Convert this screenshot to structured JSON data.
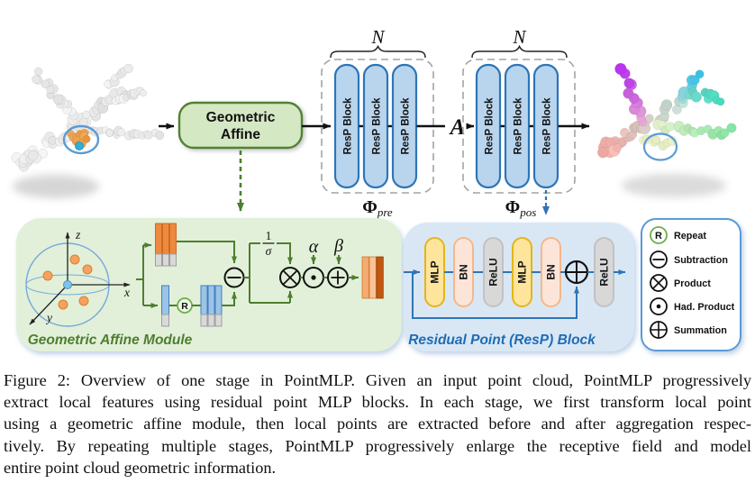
{
  "figure": {
    "n_label": "N",
    "aggregation_symbol": "A",
    "resp_block_label": "ResP Block",
    "geometric_affine": {
      "line1": "Geometric",
      "line2": "Affine"
    },
    "phi_pre": {
      "base": "Φ",
      "sub": "pre"
    },
    "phi_pos": {
      "base": "Φ",
      "sub": "pos"
    },
    "green_module": {
      "title": "Geometric Affine Module",
      "axis_x": "x",
      "axis_y": "y",
      "axis_z": "z",
      "frac_num": "1",
      "frac_den": "σ",
      "alpha": "α",
      "beta": "β",
      "repeat_symbol": "R"
    },
    "blue_module": {
      "title": "Residual Point (ResP) Block",
      "mlp": "MLP",
      "bn": "BN",
      "relu": "ReLU"
    },
    "legend": {
      "items": [
        {
          "symbol": "R",
          "label": "Repeat"
        },
        {
          "symbol": "⊖",
          "label": "Subtraction"
        },
        {
          "symbol": "⊗",
          "label": "Product"
        },
        {
          "symbol": "⊙",
          "label": "Had. Product"
        },
        {
          "symbol": "⊕",
          "label": "Summation"
        }
      ]
    },
    "colors": {
      "affine_box_fill": "#d5e8c4",
      "affine_border": "#538135",
      "green_panel": "#e2f0d9",
      "blue_panel": "#d9e7f5",
      "resp_pill_fill": "#b9d5ee",
      "resp_pill_border": "#2e75b6",
      "mlp_fill": "#ffe49c",
      "bn_fill": "#fce5d8",
      "relu_fill": "#d8d8d8",
      "legend_border": "#5b9bd5",
      "orange_bar": "#ed8a3f",
      "blue_bar": "#9dc3e6",
      "dark_orange_bar": "#c35711",
      "green_line": "#4e7e2e",
      "blue_line": "#2e75b6"
    }
  },
  "caption": {
    "lines": [
      "Figure 2: Overview of one stage in PointMLP. Given an input point cloud, PointMLP progressively",
      "extract local features using residual point MLP blocks. In each stage, we first transform local point",
      "using a geometric affine module, then local points are extracted before and after aggregation respec-",
      "tively. By repeating multiple stages, PointMLP progressively enlarge the receptive field and model",
      "entire point cloud geometric information."
    ]
  }
}
